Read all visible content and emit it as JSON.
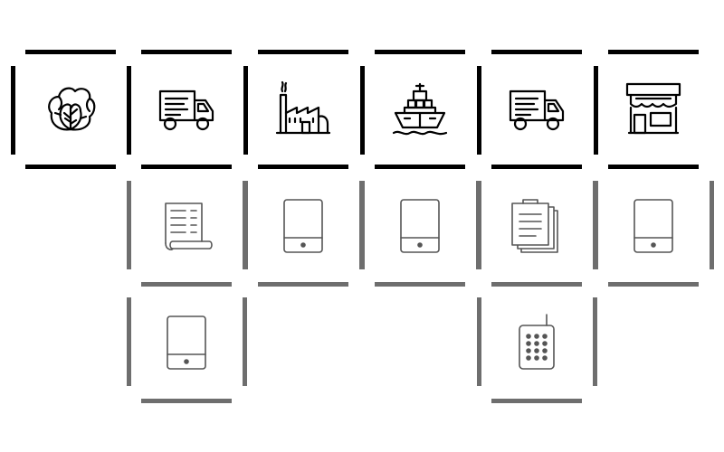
{
  "colors": {
    "primary_border": "#000000",
    "secondary_border": "#6e6e6e",
    "primary_icon": "#000000",
    "secondary_icon": "#555555",
    "background": "#ffffff"
  },
  "rows": [
    {
      "style": "primary",
      "cells": [
        {
          "col": 0,
          "icon": "lettuce-icon"
        },
        {
          "col": 1,
          "icon": "delivery-truck-icon"
        },
        {
          "col": 2,
          "icon": "factory-icon"
        },
        {
          "col": 3,
          "icon": "cargo-ship-icon"
        },
        {
          "col": 4,
          "icon": "delivery-truck-icon"
        },
        {
          "col": 5,
          "icon": "store-icon"
        }
      ]
    },
    {
      "style": "secondary",
      "cells": [
        {
          "col": 1,
          "icon": "receipt-icon"
        },
        {
          "col": 2,
          "icon": "tablet-icon"
        },
        {
          "col": 3,
          "icon": "tablet-icon"
        },
        {
          "col": 4,
          "icon": "clipboard-icon"
        },
        {
          "col": 5,
          "icon": "tablet-icon"
        }
      ]
    },
    {
      "style": "secondary",
      "cells": [
        {
          "col": 1,
          "icon": "tablet-icon"
        },
        {
          "col": 4,
          "icon": "mobile-phone-icon"
        }
      ]
    }
  ]
}
